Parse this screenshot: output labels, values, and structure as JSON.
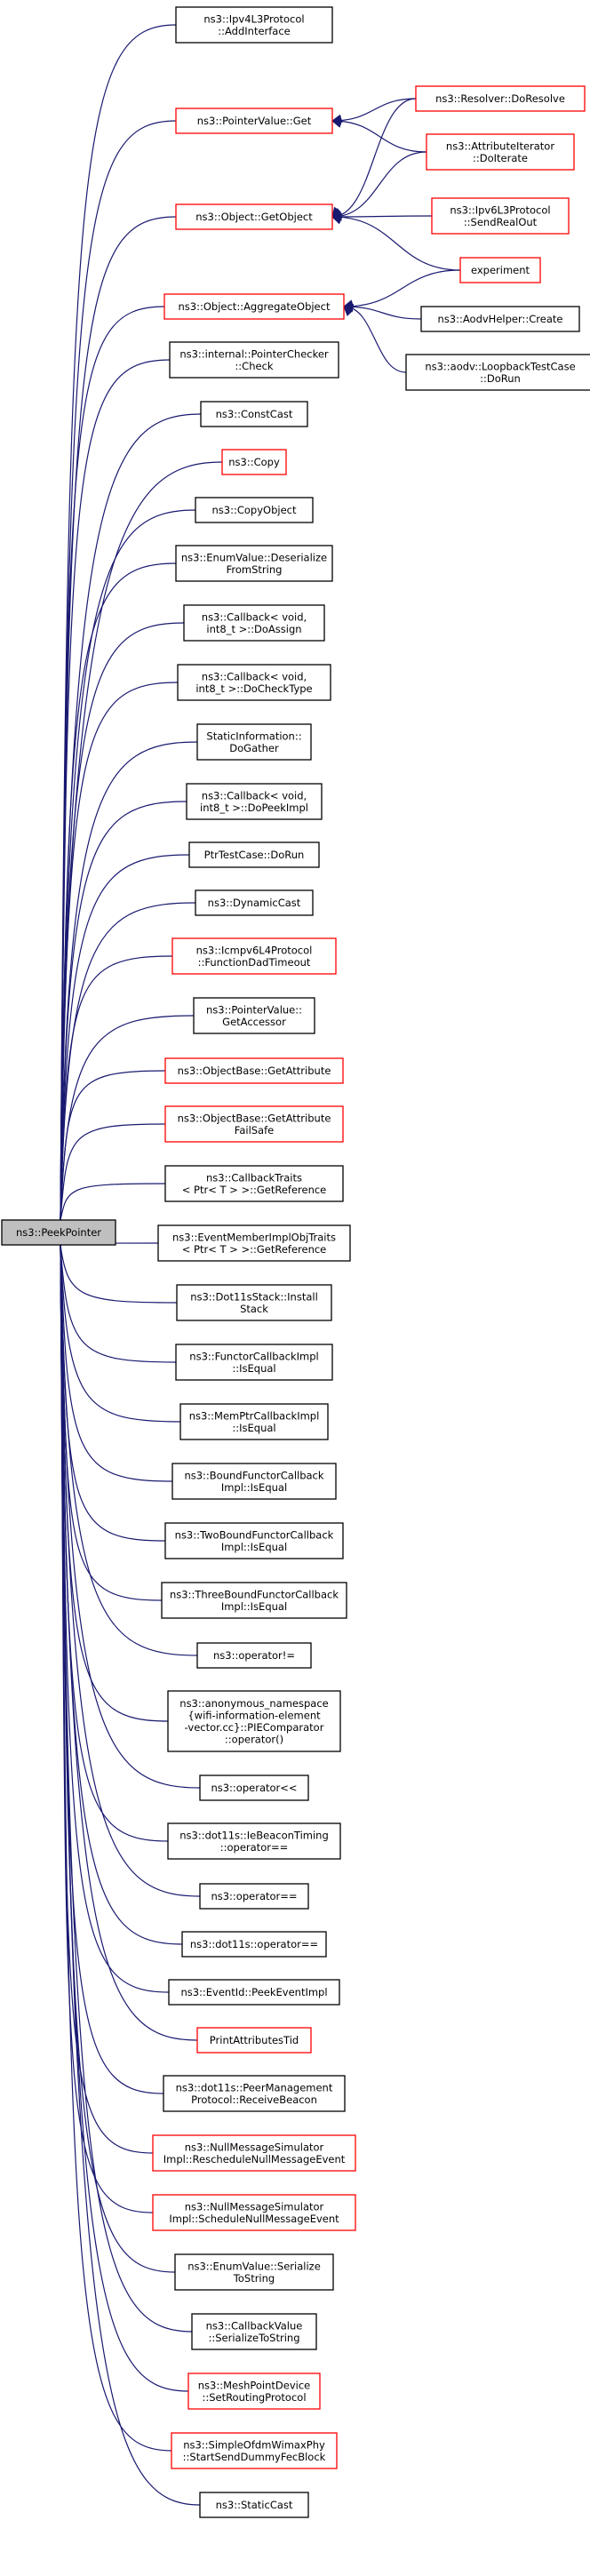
{
  "colors": {
    "edge": "#191970",
    "border_linked": "#000000",
    "border_truncated": "#ff0000",
    "focus_fill": "#bfbfbf",
    "node_fill": "#ffffff"
  },
  "nodes": [
    {
      "id": "peek",
      "lines": [
        "ns3::PeekPointer"
      ],
      "kind": "focus"
    },
    {
      "id": "n1",
      "lines": [
        "ns3::Ipv4L3Protocol",
        "::AddInterface"
      ],
      "kind": "normal"
    },
    {
      "id": "n2",
      "lines": [
        "ns3::PointerValue::Get"
      ],
      "kind": "truncated"
    },
    {
      "id": "n3",
      "lines": [
        "ns3::Object::GetObject"
      ],
      "kind": "truncated"
    },
    {
      "id": "n4",
      "lines": [
        "ns3::Object::AggregateObject"
      ],
      "kind": "truncated"
    },
    {
      "id": "n5",
      "lines": [
        "ns3::internal::PointerChecker",
        "::Check"
      ],
      "kind": "normal"
    },
    {
      "id": "n6",
      "lines": [
        "ns3::ConstCast"
      ],
      "kind": "normal"
    },
    {
      "id": "n7",
      "lines": [
        "ns3::Copy"
      ],
      "kind": "truncated"
    },
    {
      "id": "n8",
      "lines": [
        "ns3::CopyObject"
      ],
      "kind": "normal"
    },
    {
      "id": "n9",
      "lines": [
        "ns3::EnumValue::Deserialize",
        "FromString"
      ],
      "kind": "normal"
    },
    {
      "id": "n10",
      "lines": [
        "ns3::Callback< void,",
        "int8_t >::DoAssign"
      ],
      "kind": "normal"
    },
    {
      "id": "n11",
      "lines": [
        "ns3::Callback< void,",
        "int8_t >::DoCheckType"
      ],
      "kind": "normal"
    },
    {
      "id": "n12",
      "lines": [
        "StaticInformation::",
        "DoGather"
      ],
      "kind": "normal"
    },
    {
      "id": "n13",
      "lines": [
        "ns3::Callback< void,",
        "int8_t >::DoPeekImpl"
      ],
      "kind": "normal"
    },
    {
      "id": "n14",
      "lines": [
        "PtrTestCase::DoRun"
      ],
      "kind": "normal"
    },
    {
      "id": "n15",
      "lines": [
        "ns3::DynamicCast"
      ],
      "kind": "normal"
    },
    {
      "id": "n16",
      "lines": [
        "ns3::Icmpv6L4Protocol",
        "::FunctionDadTimeout"
      ],
      "kind": "truncated"
    },
    {
      "id": "n17",
      "lines": [
        "ns3::PointerValue::",
        "GetAccessor"
      ],
      "kind": "normal"
    },
    {
      "id": "n18",
      "lines": [
        "ns3::ObjectBase::GetAttribute"
      ],
      "kind": "truncated"
    },
    {
      "id": "n19",
      "lines": [
        "ns3::ObjectBase::GetAttribute",
        "FailSafe"
      ],
      "kind": "truncated"
    },
    {
      "id": "n20",
      "lines": [
        "ns3::CallbackTraits",
        "< Ptr< T > >::GetReference"
      ],
      "kind": "normal"
    },
    {
      "id": "n21",
      "lines": [
        "ns3::EventMemberImplObjTraits",
        "< Ptr< T > >::GetReference"
      ],
      "kind": "normal"
    },
    {
      "id": "n22",
      "lines": [
        "ns3::Dot11sStack::Install",
        "Stack"
      ],
      "kind": "normal"
    },
    {
      "id": "n23",
      "lines": [
        "ns3::FunctorCallbackImpl",
        "::IsEqual"
      ],
      "kind": "normal"
    },
    {
      "id": "n24",
      "lines": [
        "ns3::MemPtrCallbackImpl",
        "::IsEqual"
      ],
      "kind": "normal"
    },
    {
      "id": "n25",
      "lines": [
        "ns3::BoundFunctorCallback",
        "Impl::IsEqual"
      ],
      "kind": "normal"
    },
    {
      "id": "n26",
      "lines": [
        "ns3::TwoBoundFunctorCallback",
        "Impl::IsEqual"
      ],
      "kind": "normal"
    },
    {
      "id": "n27",
      "lines": [
        "ns3::ThreeBoundFunctorCallback",
        "Impl::IsEqual"
      ],
      "kind": "normal"
    },
    {
      "id": "n28",
      "lines": [
        "ns3::operator!="
      ],
      "kind": "normal"
    },
    {
      "id": "n29",
      "lines": [
        "ns3::anonymous_namespace",
        "{wifi-information-element",
        "-vector.cc}::PIEComparator",
        "::operator()"
      ],
      "kind": "normal"
    },
    {
      "id": "n30",
      "lines": [
        "ns3::operator<<"
      ],
      "kind": "normal"
    },
    {
      "id": "n31",
      "lines": [
        "ns3::dot11s::IeBeaconTiming",
        "::operator=="
      ],
      "kind": "normal"
    },
    {
      "id": "n32",
      "lines": [
        "ns3::operator=="
      ],
      "kind": "normal"
    },
    {
      "id": "n33",
      "lines": [
        "ns3::dot11s::operator=="
      ],
      "kind": "normal"
    },
    {
      "id": "n34",
      "lines": [
        "ns3::EventId::PeekEventImpl"
      ],
      "kind": "normal"
    },
    {
      "id": "n35",
      "lines": [
        "PrintAttributesTid"
      ],
      "kind": "truncated"
    },
    {
      "id": "n36",
      "lines": [
        "ns3::dot11s::PeerManagement",
        "Protocol::ReceiveBeacon"
      ],
      "kind": "normal"
    },
    {
      "id": "n37",
      "lines": [
        "ns3::NullMessageSimulator",
        "Impl::RescheduleNullMessageEvent"
      ],
      "kind": "truncated"
    },
    {
      "id": "n38",
      "lines": [
        "ns3::NullMessageSimulator",
        "Impl::ScheduleNullMessageEvent"
      ],
      "kind": "truncated"
    },
    {
      "id": "n39",
      "lines": [
        "ns3::EnumValue::Serialize",
        "ToString"
      ],
      "kind": "normal"
    },
    {
      "id": "n40",
      "lines": [
        "ns3::CallbackValue",
        "::SerializeToString"
      ],
      "kind": "normal"
    },
    {
      "id": "n41",
      "lines": [
        "ns3::MeshPointDevice",
        "::SetRoutingProtocol"
      ],
      "kind": "truncated"
    },
    {
      "id": "n42",
      "lines": [
        "ns3::SimpleOfdmWimaxPhy",
        "::StartSendDummyFecBlock"
      ],
      "kind": "truncated"
    },
    {
      "id": "n43",
      "lines": [
        "ns3::StaticCast"
      ],
      "kind": "normal"
    },
    {
      "id": "r1",
      "lines": [
        "ns3::Resolver::DoResolve"
      ],
      "kind": "truncated"
    },
    {
      "id": "r2",
      "lines": [
        "ns3::AttributeIterator",
        "::DoIterate"
      ],
      "kind": "truncated"
    },
    {
      "id": "r3",
      "lines": [
        "ns3::Ipv6L3Protocol",
        "::SendRealOut"
      ],
      "kind": "truncated"
    },
    {
      "id": "r4",
      "lines": [
        "experiment"
      ],
      "kind": "truncated"
    },
    {
      "id": "r5",
      "lines": [
        "ns3::AodvHelper::Create"
      ],
      "kind": "normal"
    },
    {
      "id": "r6",
      "lines": [
        "ns3::aodv::LoopbackTestCase",
        "::DoRun"
      ],
      "kind": "normal"
    }
  ],
  "edges": [
    [
      "peek",
      "n1"
    ],
    [
      "peek",
      "n2"
    ],
    [
      "peek",
      "n3"
    ],
    [
      "peek",
      "n4"
    ],
    [
      "peek",
      "n5"
    ],
    [
      "peek",
      "n6"
    ],
    [
      "peek",
      "n7"
    ],
    [
      "peek",
      "n8"
    ],
    [
      "peek",
      "n9"
    ],
    [
      "peek",
      "n10"
    ],
    [
      "peek",
      "n11"
    ],
    [
      "peek",
      "n12"
    ],
    [
      "peek",
      "n13"
    ],
    [
      "peek",
      "n14"
    ],
    [
      "peek",
      "n15"
    ],
    [
      "peek",
      "n16"
    ],
    [
      "peek",
      "n17"
    ],
    [
      "peek",
      "n18"
    ],
    [
      "peek",
      "n19"
    ],
    [
      "peek",
      "n20"
    ],
    [
      "peek",
      "n21"
    ],
    [
      "peek",
      "n22"
    ],
    [
      "peek",
      "n23"
    ],
    [
      "peek",
      "n24"
    ],
    [
      "peek",
      "n25"
    ],
    [
      "peek",
      "n26"
    ],
    [
      "peek",
      "n27"
    ],
    [
      "peek",
      "n28"
    ],
    [
      "peek",
      "n29"
    ],
    [
      "peek",
      "n30"
    ],
    [
      "peek",
      "n31"
    ],
    [
      "peek",
      "n32"
    ],
    [
      "peek",
      "n33"
    ],
    [
      "peek",
      "n34"
    ],
    [
      "peek",
      "n35"
    ],
    [
      "peek",
      "n36"
    ],
    [
      "peek",
      "n37"
    ],
    [
      "peek",
      "n38"
    ],
    [
      "peek",
      "n39"
    ],
    [
      "peek",
      "n40"
    ],
    [
      "peek",
      "n41"
    ],
    [
      "peek",
      "n42"
    ],
    [
      "peek",
      "n43"
    ],
    [
      "n2",
      "r1"
    ],
    [
      "n2",
      "r2"
    ],
    [
      "n3",
      "r3"
    ],
    [
      "n3",
      "r4"
    ],
    [
      "n3",
      "r1"
    ],
    [
      "n3",
      "r2"
    ],
    [
      "n4",
      "r4"
    ],
    [
      "n4",
      "r5"
    ],
    [
      "n4",
      "r6"
    ]
  ]
}
